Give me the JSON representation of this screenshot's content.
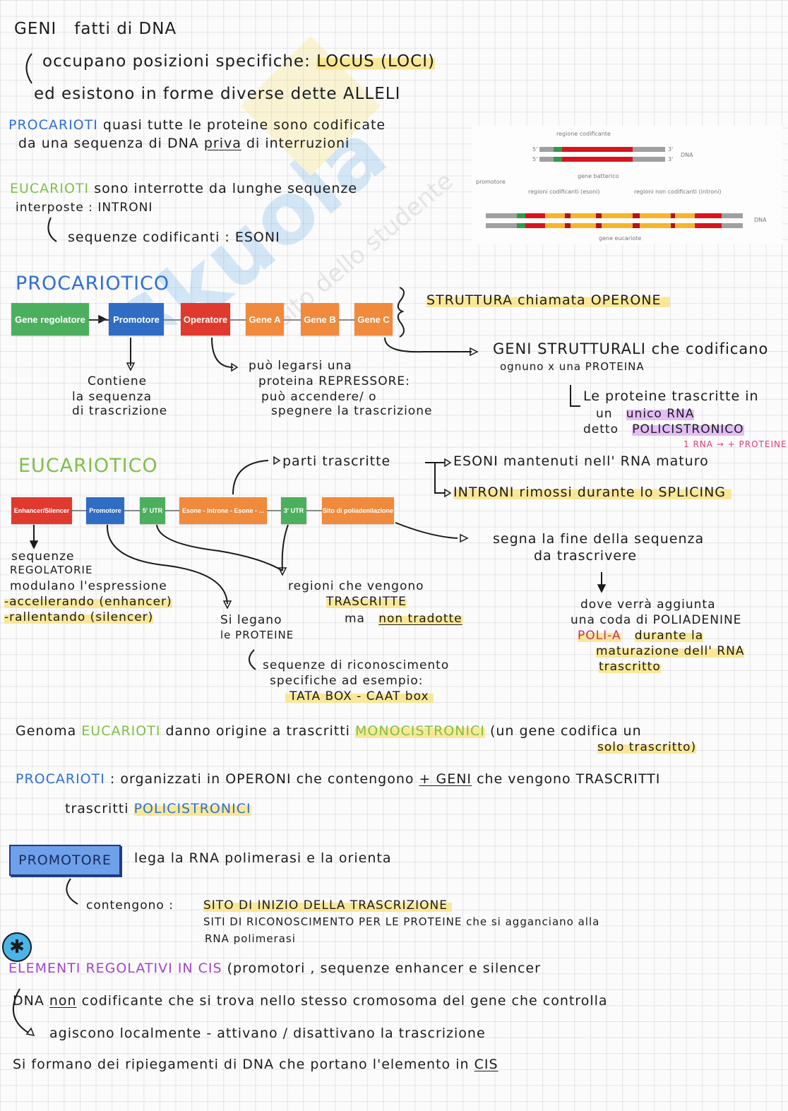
{
  "section_intro": {
    "title": "GENI",
    "title_rest": "fatti di DNA",
    "line1": "occupano posizioni specifiche:",
    "locus": "LOCUS (LOCI)",
    "line2": "ed esistono in forme diverse dette ALLELI"
  },
  "procarioti_intro": {
    "label": "PROCARIOTI",
    "line1": "quasi tutte le proteine sono codificate",
    "line2_a": "da una sequenza di DNA",
    "line2_priva": "priva",
    "line2_b": "di interruzioni"
  },
  "eucarioti_intro": {
    "label": "EUCARIOTI",
    "line1": "sono interrotte da lunghe sequenze",
    "line2": "interposte : INTRONI",
    "line3": "sequenze codificanti : ESONI"
  },
  "dna_figure": {
    "label_coding_region": "regione codificante",
    "label_dna_top": "DNA",
    "label_gene_bacterial": "gene batterico",
    "label_promoter": "promotore",
    "label_coding_regions": "regioni codificanti (esoni)",
    "label_noncoding_regions": "regioni non codificanti (introni)",
    "label_dna_bottom": "DNA",
    "label_gene_eukaryotic": "gene eucariote",
    "end5": "5'",
    "end3": "3'",
    "colors": {
      "grey": "#a0a0a0",
      "green": "#2e9a4a",
      "red": "#d9141c",
      "yellow": "#f6b52b",
      "darkred": "#b3121a"
    }
  },
  "procariotico": {
    "heading": "PROCARIOTICO",
    "boxes": [
      {
        "label": "Gene regolatore",
        "color": "#4caf5e"
      },
      {
        "label": "Promotore",
        "color": "#2f6cc4"
      },
      {
        "label": "Operatore",
        "color": "#e03a2f"
      },
      {
        "label": "Gene A",
        "color": "#f08a3c"
      },
      {
        "label": "Gene B",
        "color": "#f08a3c"
      },
      {
        "label": "Gene C",
        "color": "#f08a3c"
      }
    ],
    "operone_note": "STRUTTURA chiamata OPERONE",
    "promotore_note": [
      "Contiene",
      "la sequenza",
      "di trascrizione"
    ],
    "operatore_note": [
      "può legarsi una",
      "proteina REPRESSORE:",
      "può accendere/ o",
      "spegnere la trascrizione"
    ],
    "geni_note": {
      "line1": "GENI STRUTTURALI che codificano",
      "line2": "ognuno x una PROTEINA",
      "line3": "Le proteine trascritte in",
      "line4_a": "un",
      "line4_hl": "unico RNA",
      "line5_a": "detto",
      "line5_hl": "POLICISTRONICO",
      "pink_note": "1 RNA → + PROTEINE"
    }
  },
  "eucariotico": {
    "heading": "EUCARIOTICO",
    "boxes": [
      {
        "label": "Enhancer/Silencer",
        "color": "#e03a2f"
      },
      {
        "label": "Promotore",
        "color": "#2f6cc4"
      },
      {
        "label": "5' UTR",
        "color": "#4caf5e"
      },
      {
        "label": "Esone - Introne - Esone - ...",
        "color": "#f08a3c"
      },
      {
        "label": "3' UTR",
        "color": "#4caf5e"
      },
      {
        "label": "Sito di poliadenilazione",
        "color": "#f08a3c"
      }
    ],
    "parti_trascritte": "parti trascritte",
    "esoni": "ESONI mantenuti nell' RNA maturo",
    "introni": "INTRONI rimossi durante lo SPLICING",
    "enhancer_note": [
      "sequenze",
      "REGOLATORIE",
      "modulano l'espressione",
      "-accellerando (enhancer)",
      "-rallentando (silencer)"
    ],
    "promotore_note": [
      "Si legano",
      "le PROTEINE"
    ],
    "promotore_sub": [
      "sequenze di riconoscimento",
      "specifiche ad esempio:",
      "TATA BOX - CAAT box"
    ],
    "utr_note": [
      "regioni che vengono",
      "TRASCRITTE",
      "ma",
      "non tradotte"
    ],
    "poly_note": [
      "segna la fine della sequenza",
      "da trascrivere"
    ],
    "poly_sub": [
      "dove verrà aggiunta",
      "una coda di POLIADENINE",
      "POLI-A",
      "durante la",
      "maturazione dell' RNA",
      "trascritto"
    ]
  },
  "genoma": {
    "a": "Genoma",
    "eucarioti": "EUCARIOTI",
    "b": "danno origine a trascritti",
    "mono": "MONOCISTRONICI",
    "c": "(un gene codifica un",
    "d": "solo trascritto)"
  },
  "procarioti_summary": {
    "label": "PROCARIOTI",
    "line1": ": organizzati in OPERONI che contengono",
    "plus_geni": "+ GENI",
    "line1_end": "che vengono TRASCRITTI",
    "line2_a": "trascritti",
    "line2_hl": "POLICISTRONICI"
  },
  "promotore": {
    "box_label": "PROMOTORE",
    "line1": "lega la RNA polimerasi e la orienta",
    "contengono": "contengono :",
    "item1": "SITO DI INIZIO DELLA TRASCRIZIONE",
    "item2": "SITI DI RICONOSCIMENTO PER LE PROTEINE che si agganciano alla",
    "item2b": "RNA polimerasi",
    "star_icon": "✱"
  },
  "cis": {
    "label": "ELEMENTI REGOLATIVI IN CIS",
    "paren": "(promotori , sequenze enhancer e silencer",
    "line1_a": "DNA",
    "line1_non": "non",
    "line1_b": "codificante che si trova nello stesso cromosoma del gene che controlla",
    "line2": "agiscono localmente - attivano / disattivano la trascrizione",
    "line3": "Si formano dei ripiegamenti di DNA che portano l'elemento in",
    "line3_cis": "CIS"
  },
  "watermark": {
    "text": "Skuola.net",
    "sub": "il sito dello studente"
  }
}
